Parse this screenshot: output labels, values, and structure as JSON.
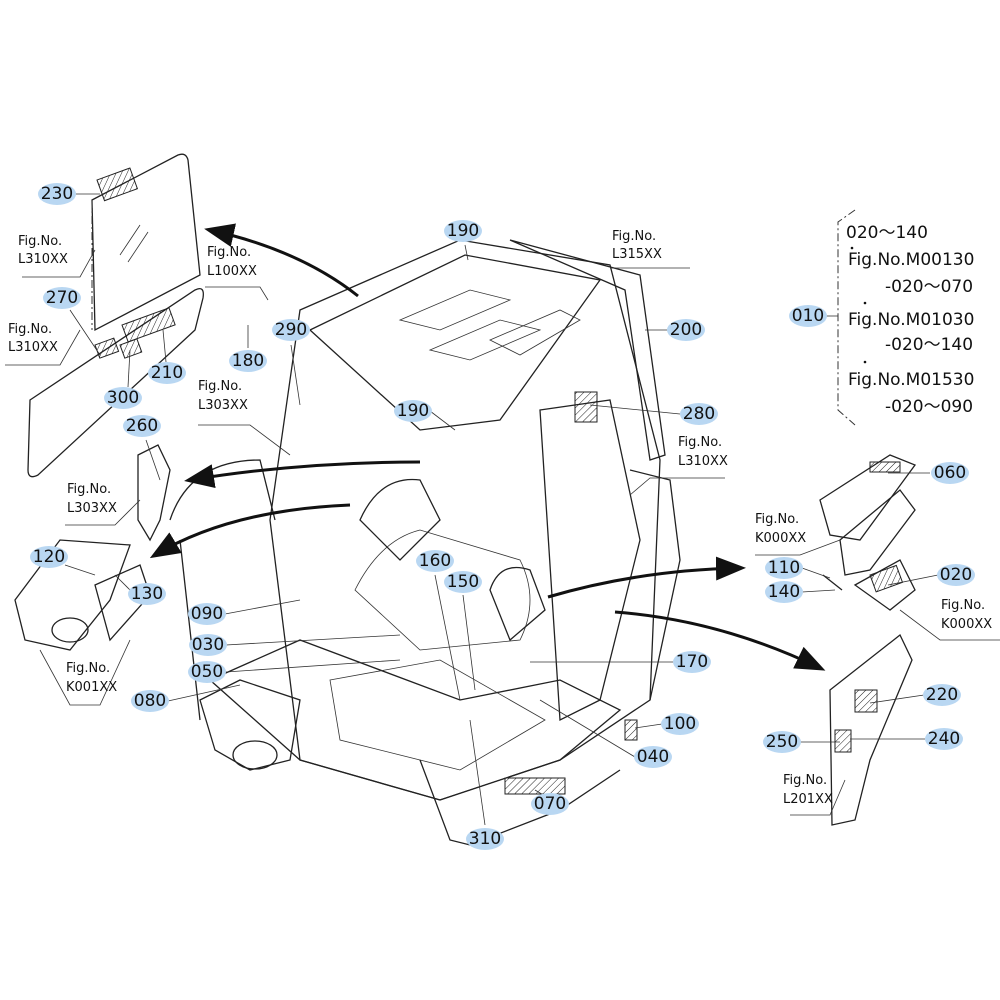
{
  "callouts": {
    "c230": "230",
    "c190a": "190",
    "c200": "200",
    "c270": "270",
    "c210": "210",
    "c300": "300",
    "c180": "180",
    "c290": "290",
    "c190b": "190",
    "c280": "280",
    "c260": "260",
    "c010": "010",
    "c060": "060",
    "c120": "120",
    "c130": "130",
    "c160": "160",
    "c150": "150",
    "c090": "090",
    "c030": "030",
    "c050": "050",
    "c080": "080",
    "c110": "110",
    "c140": "140",
    "c020": "020",
    "c170": "170",
    "c100": "100",
    "c220": "220",
    "c240": "240",
    "c250": "250",
    "c040": "040",
    "c070": "070",
    "c310": "310"
  },
  "fig_refs": {
    "prefix": "Fig.No.",
    "l310_top": "L310XX",
    "l310_mid": "L310XX",
    "l100": "L100XX",
    "l303_a": "L303XX",
    "l303_b": "L303XX",
    "l315": "L315XX",
    "l310_right": "L310XX",
    "k000_a": "K000XX",
    "k000_b": "K000XX",
    "k001": "K001XX",
    "l201": "L201XX"
  },
  "assembly_note": {
    "line1": "020～140",
    "line2": "Fig.No.M00130",
    "line3": "-020～070",
    "line4": "Fig.No.M01030",
    "line5": "-020～140",
    "line6": "Fig.No.M01530",
    "line7": "-020～090"
  },
  "colors": {
    "callout_highlight": "#b9d7f2",
    "line": "#222222"
  }
}
